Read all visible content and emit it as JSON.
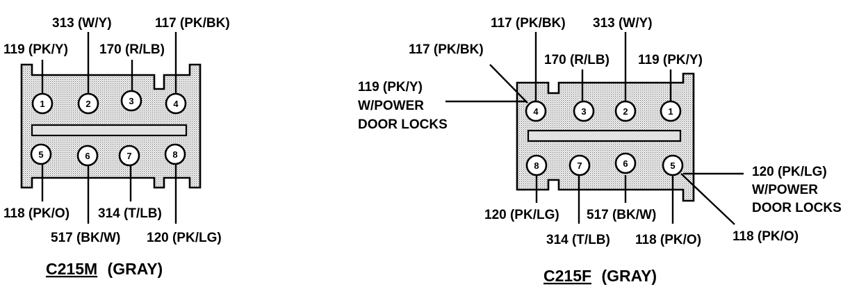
{
  "connectors": [
    {
      "id": "C215M",
      "color": "(GRAY)",
      "pins": [
        {
          "num": "1",
          "label": "119 (PK/Y)"
        },
        {
          "num": "2",
          "label": "313 (W/Y)"
        },
        {
          "num": "3",
          "label": "170 (R/LB)"
        },
        {
          "num": "4",
          "label": "117 (PK/BK)"
        },
        {
          "num": "5",
          "label": "118 (PK/O)"
        },
        {
          "num": "6",
          "label": "517 (BK/W)"
        },
        {
          "num": "7",
          "label": "314 (T/LB)"
        },
        {
          "num": "8",
          "label": "120 (PK/LG)"
        }
      ]
    },
    {
      "id": "C215F",
      "color": "(GRAY)",
      "pins": [
        {
          "num": "4",
          "label": "117 (PK/BK)",
          "alt_label": "117 (PK/BK)"
        },
        {
          "num": "3",
          "label": "170 (R/LB)"
        },
        {
          "num": "2",
          "label": "313 (W/Y)"
        },
        {
          "num": "1",
          "label": "119 (PK/Y)"
        },
        {
          "num": "8",
          "label": "120 (PK/LG)"
        },
        {
          "num": "7",
          "label": "314 (T/LB)"
        },
        {
          "num": "6",
          "label": "517 (BK/W)"
        },
        {
          "num": "5",
          "label": "118 (PK/O)",
          "alt_label": "118 (PK/O)"
        }
      ],
      "note_pin4": [
        "119 (PK/Y)",
        "W/POWER",
        "DOOR LOCKS"
      ],
      "note_pin5": [
        "120 (PK/LG)",
        "W/POWER",
        "DOOR LOCKS"
      ]
    }
  ]
}
